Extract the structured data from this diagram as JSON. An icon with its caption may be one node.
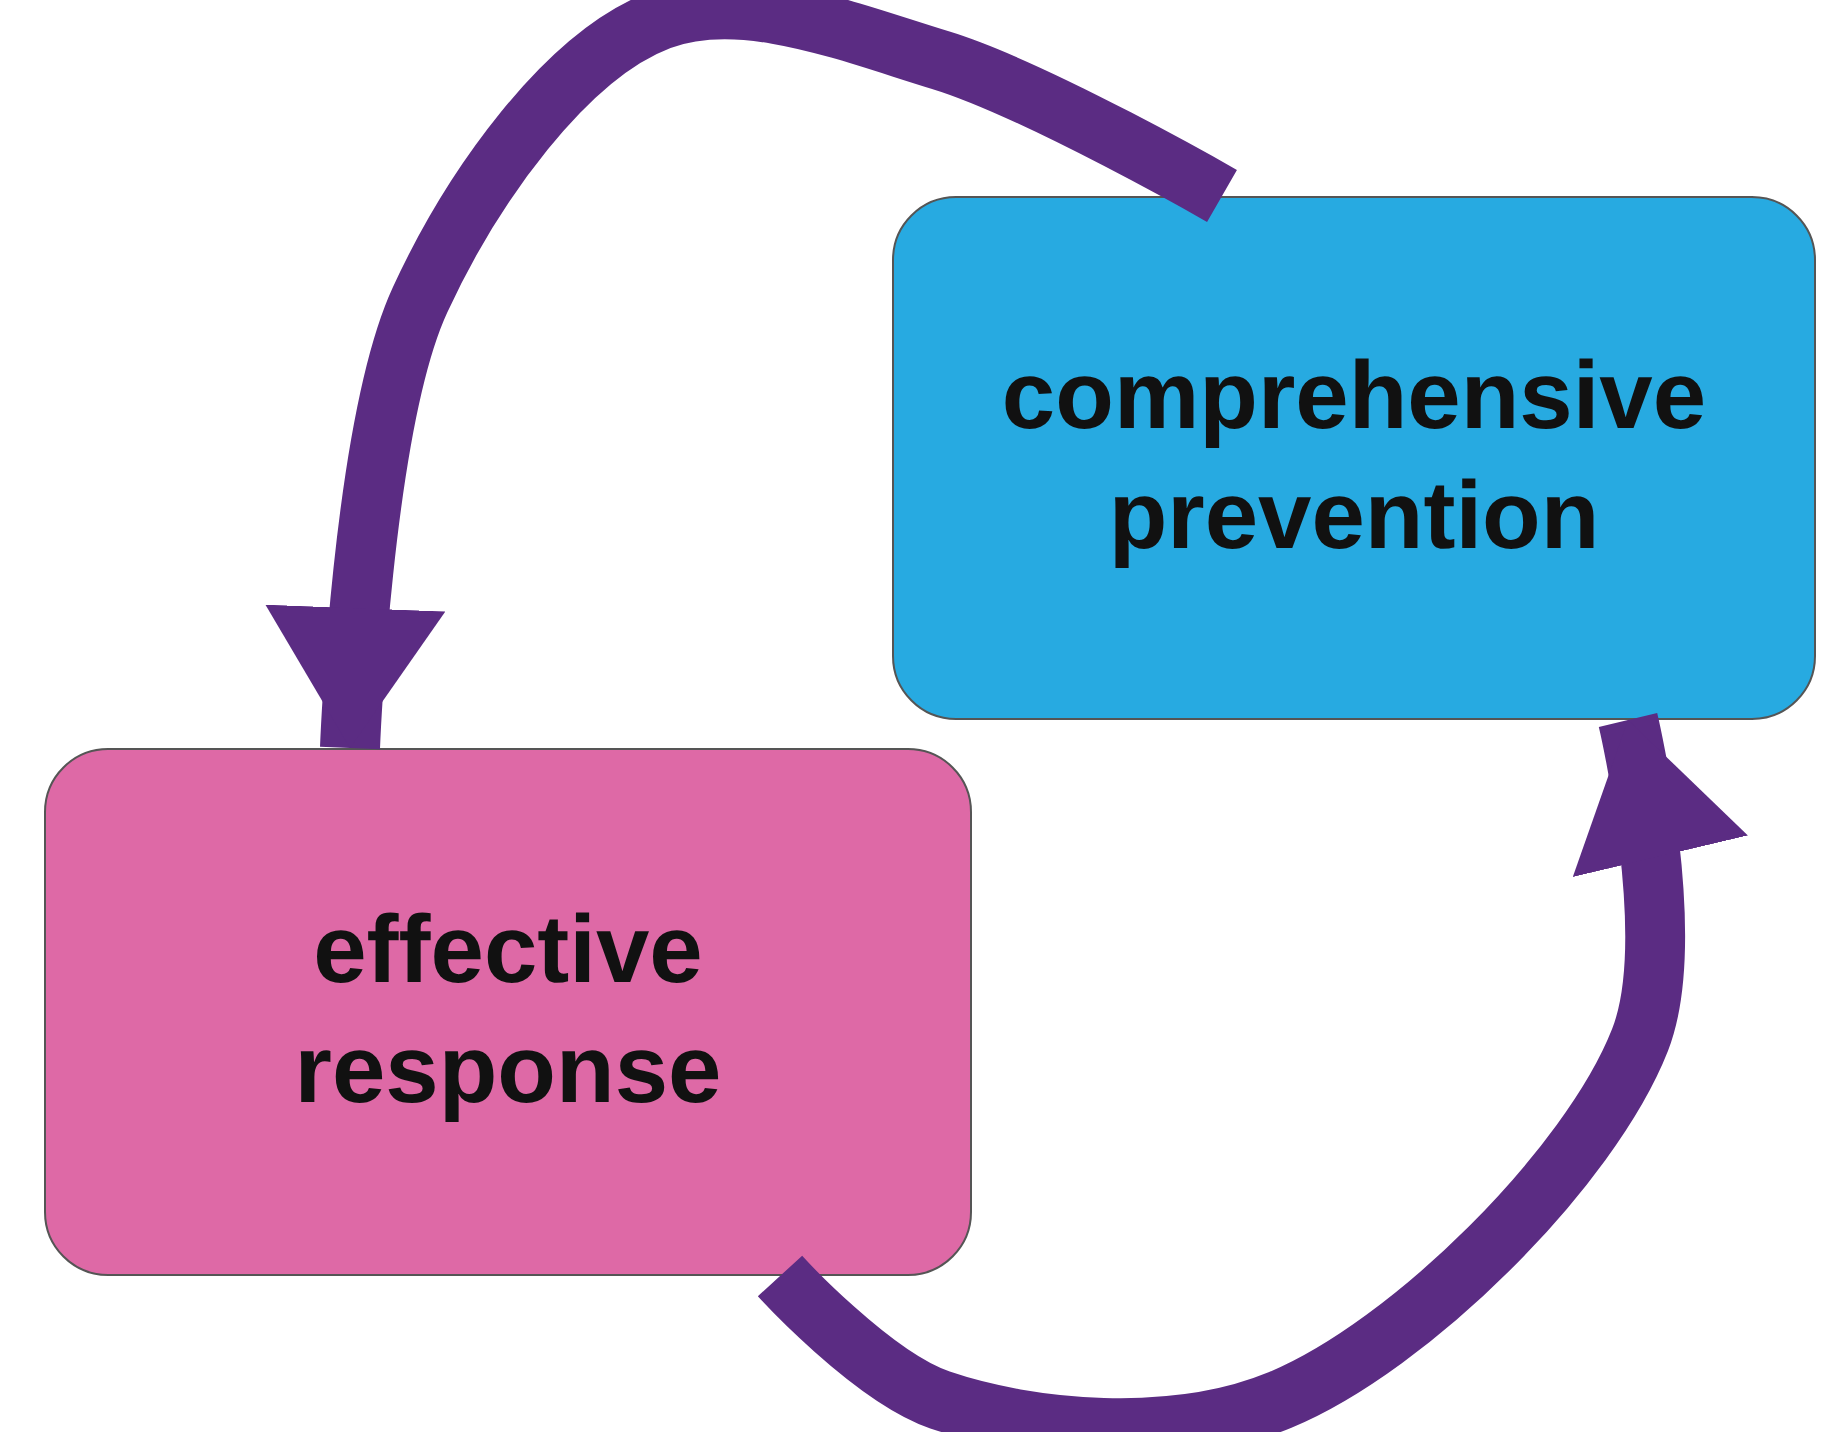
{
  "diagram": {
    "nodes": [
      {
        "text": [
          "comprehensive prevention"
        ]
      },
      {
        "text": [
          "effective response"
        ]
      }
    ],
    "edges": [
      {
        "from": 0,
        "to": 1,
        "arrow": "to"
      },
      {
        "from": 1,
        "to": 0,
        "arrow": "to"
      }
    ]
  }
}
